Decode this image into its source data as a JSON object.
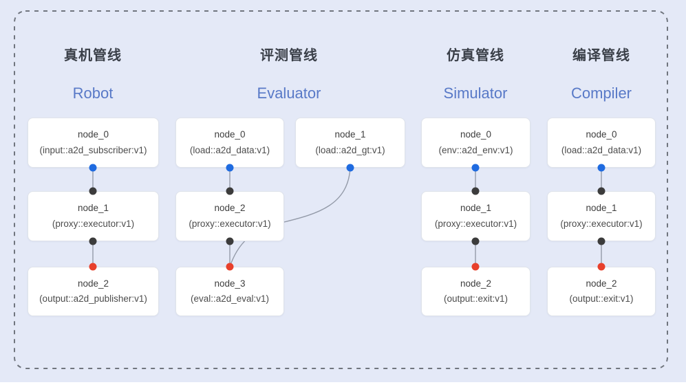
{
  "diagram": {
    "columns": [
      {
        "title_zh": "真机管线",
        "title_en": "Robot",
        "nodes": [
          {
            "name": "node_0",
            "type": "(input::a2d_subscriber:v1)"
          },
          {
            "name": "node_1",
            "type": "(proxy::executor:v1)"
          },
          {
            "name": "node_2",
            "type": "(output::a2d_publisher:v1)"
          }
        ]
      },
      {
        "title_zh": "评测管线",
        "title_en": "Evaluator",
        "nodes": [
          {
            "name": "node_0",
            "type": "(load::a2d_data:v1)"
          },
          {
            "name": "node_1",
            "type": "(load::a2d_gt:v1)"
          },
          {
            "name": "node_2",
            "type": "(proxy::executor:v1)"
          },
          {
            "name": "node_3",
            "type": "(eval::a2d_eval:v1)"
          }
        ]
      },
      {
        "title_zh": "仿真管线",
        "title_en": "Simulator",
        "nodes": [
          {
            "name": "node_0",
            "type": "(env::a2d_env:v1)"
          },
          {
            "name": "node_1",
            "type": "(proxy::executor:v1)"
          },
          {
            "name": "node_2",
            "type": "(output::exit:v1)"
          }
        ]
      },
      {
        "title_zh": "编译管线",
        "title_en": "Compiler",
        "nodes": [
          {
            "name": "node_0",
            "type": "(load::a2d_data:v1)"
          },
          {
            "name": "node_1",
            "type": "(proxy::executor:v1)"
          },
          {
            "name": "node_2",
            "type": "(output::exit:v1)"
          }
        ]
      }
    ],
    "colors": {
      "background": "#e4e9f7",
      "node_fill": "#ffffff",
      "node_border": "#dfe3ea",
      "port_blue": "#1f6be0",
      "port_dark": "#3c3c3c",
      "port_red": "#e8402c",
      "edge_line": "#939aa8",
      "title_zh_color": "#3a3f48",
      "title_en_color": "#5879c7",
      "dashed_border": "#70757e"
    }
  }
}
